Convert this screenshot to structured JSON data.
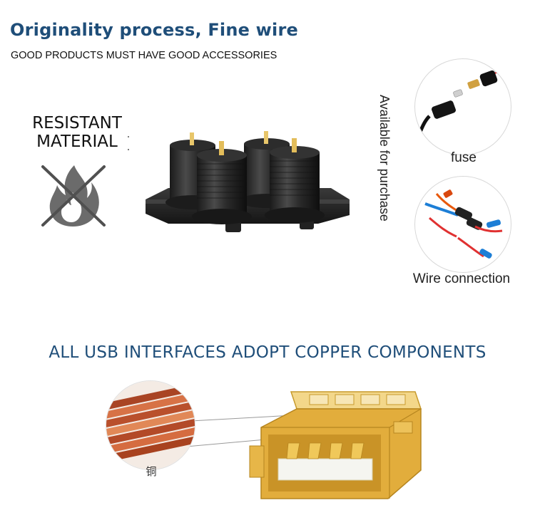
{
  "header": {
    "title": "Originality process, Fine wire",
    "subtitle": "GOOD PRODUCTS MUST HAVE GOOD ACCESSORIES"
  },
  "resistant": {
    "line1": "RESISTANT",
    "line2": "MATERIAL"
  },
  "side_note": "Available for purchase",
  "accessories": [
    {
      "label": "fuse",
      "icon": "fuse-photo"
    },
    {
      "label": "Wire connection",
      "icon": "wire-connectors-photo"
    }
  ],
  "usb_section": {
    "title": "ALL USB INTERFACES ADOPT COPPER COMPONENTS",
    "copper_label": "铜"
  },
  "colors": {
    "title_blue": "#1f4e79",
    "copper": "#c8623a",
    "usb_gold": "#e2ad3c"
  }
}
